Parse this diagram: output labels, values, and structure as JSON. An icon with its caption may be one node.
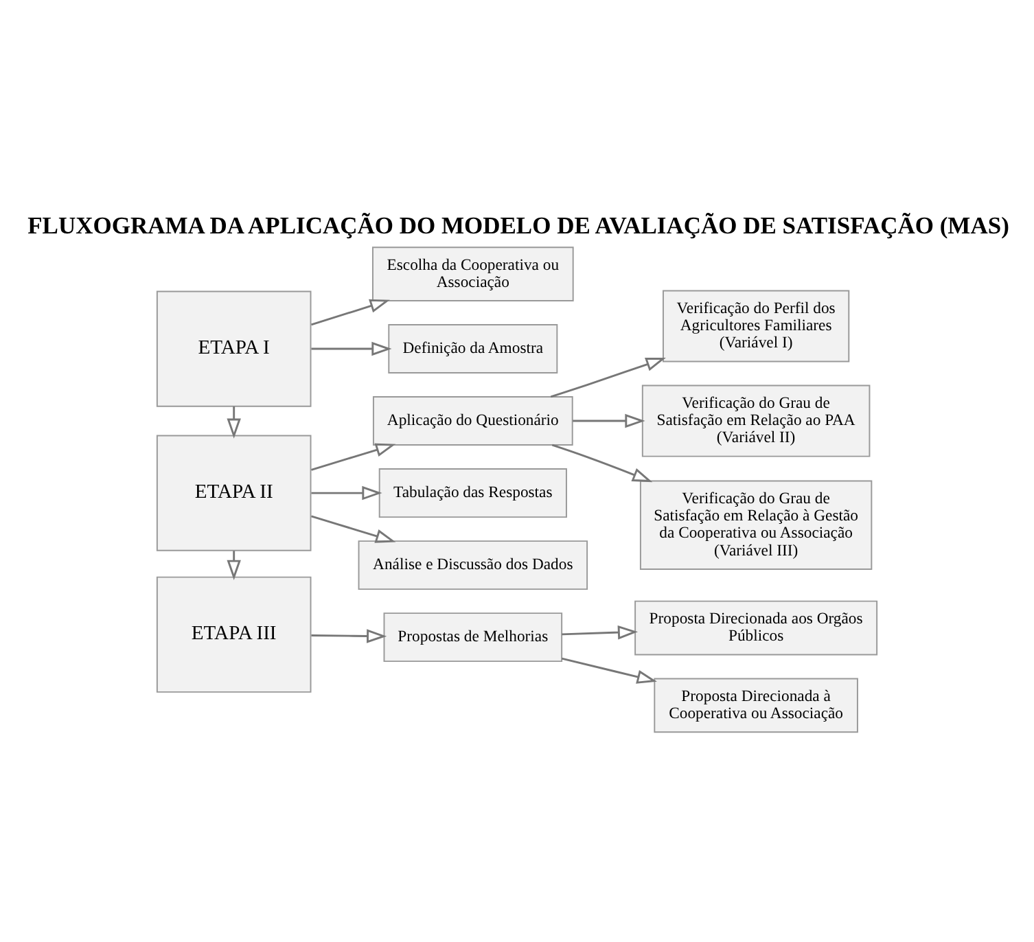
{
  "diagram": {
    "title": "FLUXOGRAMA DA APLICAÇÃO DO MODELO DE AVALIAÇÃO DE SATISFAÇÃO (MAS)",
    "nodes": [
      {
        "text": [
          "ETAPA I"
        ]
      },
      {
        "text": [
          "Escolha da Cooperativa ou Associação"
        ]
      },
      {
        "text": [
          "Definição da Amostra"
        ]
      },
      {
        "text": [
          "ETAPA II"
        ]
      },
      {
        "text": [
          "Aplicação do Questionário"
        ]
      },
      {
        "text": [
          "Verificação do Perfil dos Agricultores Familiares (Variável I)"
        ]
      },
      {
        "text": [
          "Verificação do Grau de Satisfação em Relação ao PAA (Variável II)"
        ]
      },
      {
        "text": [
          "Verificação do Grau de Satisfação em Relação à Gestão da Cooperativa ou Associação (Variável III)"
        ]
      },
      {
        "text": [
          "Tabulação das Respostas"
        ]
      },
      {
        "text": [
          "Análise e Discussão dos Dados"
        ]
      },
      {
        "text": [
          "ETAPA III"
        ]
      },
      {
        "text": [
          "Propostas de Melhorias"
        ]
      },
      {
        "text": [
          "Proposta Direcionada aos Orgãos Públicos"
        ]
      },
      {
        "text": [
          "Proposta Direcionada à Cooperativa ou Associação"
        ]
      }
    ],
    "edges": [
      {
        "from": 0,
        "to": 1,
        "arrow": "to"
      },
      {
        "from": 0,
        "to": 2,
        "arrow": "to"
      },
      {
        "from": 0,
        "to": 3,
        "arrow": "to"
      },
      {
        "from": 3,
        "to": 4,
        "arrow": "to"
      },
      {
        "from": 4,
        "to": 5,
        "arrow": "to"
      },
      {
        "from": 4,
        "to": 6,
        "arrow": "to"
      },
      {
        "from": 4,
        "to": 7,
        "arrow": "to"
      },
      {
        "from": 3,
        "to": 8,
        "arrow": "to"
      },
      {
        "from": 3,
        "to": 9,
        "arrow": "to"
      },
      {
        "from": 3,
        "to": 10,
        "arrow": "to"
      },
      {
        "from": 10,
        "to": 11,
        "arrow": "to"
      },
      {
        "from": 11,
        "to": 12,
        "arrow": "to"
      },
      {
        "from": 11,
        "to": 13,
        "arrow": "to"
      }
    ]
  }
}
